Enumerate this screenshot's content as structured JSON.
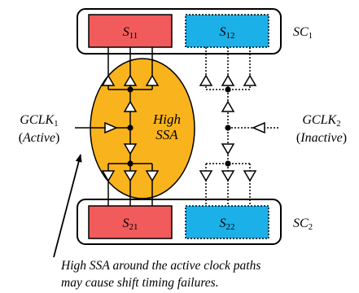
{
  "colors": {
    "cell_red": "#f15b5b",
    "cell_blue": "#1cb0e8",
    "ssa_region": "#f9b31c",
    "wire": "#000000"
  },
  "scan_chains": [
    {
      "label": "SC",
      "sub": "1"
    },
    {
      "label": "SC",
      "sub": "2"
    }
  ],
  "cells": [
    {
      "label": "S",
      "sub": "11"
    },
    {
      "label": "S",
      "sub": "12"
    },
    {
      "label": "S",
      "sub": "21"
    },
    {
      "label": "S",
      "sub": "22"
    }
  ],
  "clocks": [
    {
      "label": "GCLK",
      "sub": "1",
      "state": "Active"
    },
    {
      "label": "GCLK",
      "sub": "2",
      "state": "Inactive"
    }
  ],
  "region": {
    "line1": "High",
    "line2": "SSA"
  },
  "caption": {
    "line1": "High SSA around the active clock paths",
    "line2": "may cause shift timing failures."
  }
}
